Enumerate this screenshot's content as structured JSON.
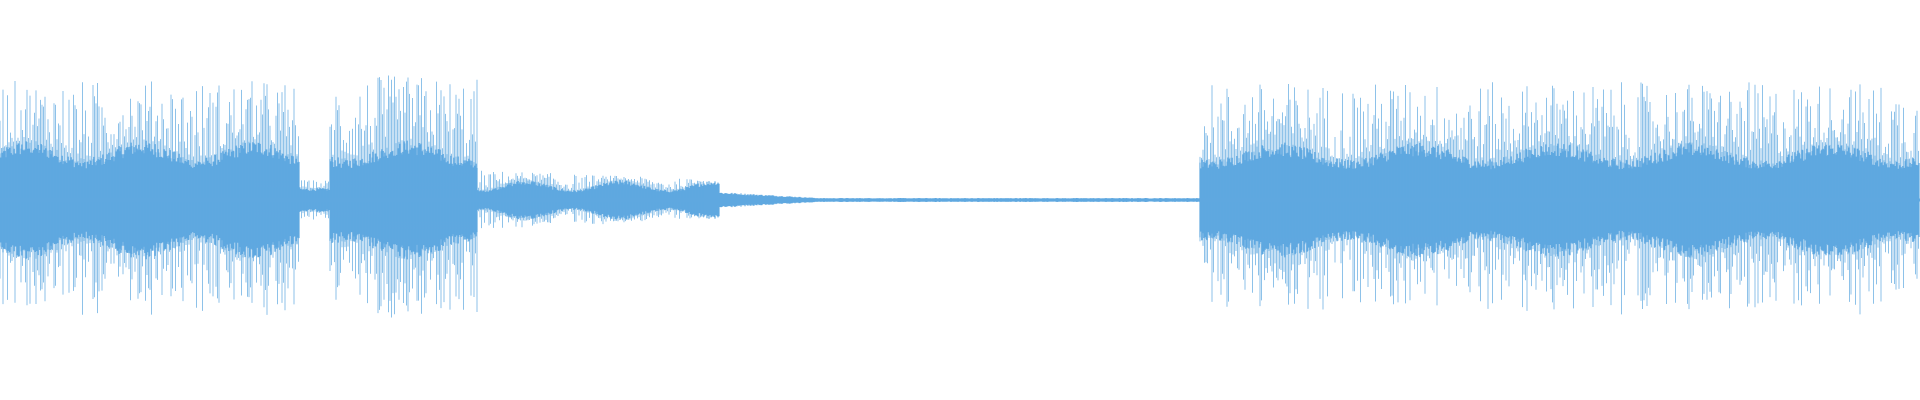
{
  "waveform": {
    "color": "#5fa8e0",
    "segments": [
      {
        "kind": "loud"
      },
      {
        "kind": "quiet"
      },
      {
        "kind": "loud"
      },
      {
        "kind": "medium"
      },
      {
        "kind": "fade"
      },
      {
        "kind": "silent"
      },
      {
        "kind": "loud"
      },
      {
        "kind": "loud"
      },
      {
        "kind": "loud"
      },
      {
        "kind": "loud"
      },
      {
        "kind": "loud"
      }
    ]
  }
}
